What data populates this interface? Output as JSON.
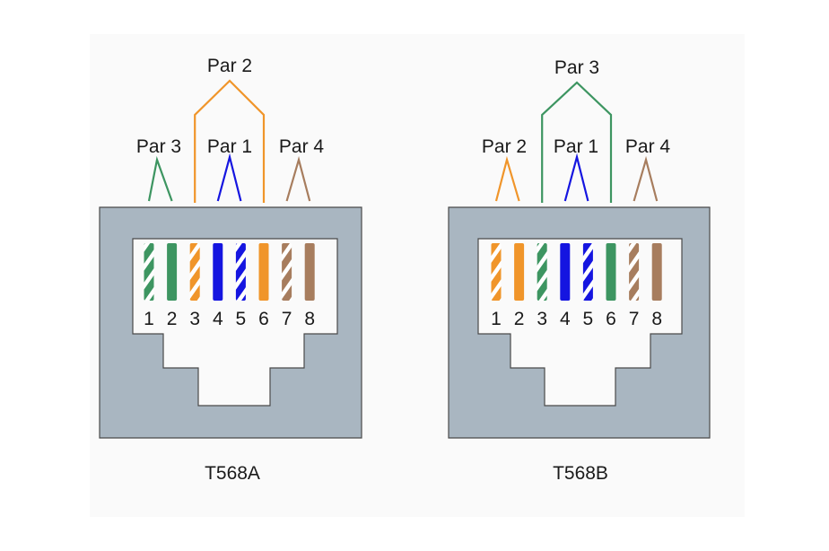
{
  "colors": {
    "background": "#ffffff",
    "panel": "#fafafa",
    "jack_body": "#a9b6c1",
    "jack_outline": "#4a4a4a",
    "opening": "#ffffff",
    "stripe": "#ffffff",
    "orange": "#f0952a",
    "green": "#3d9561",
    "blue": "#1515e0",
    "brown": "#a77d5e"
  },
  "diagrams": [
    {
      "id": "t568a",
      "standard_label": "T568A",
      "pins": [
        {
          "pin": "1",
          "color": "green",
          "striped": true
        },
        {
          "pin": "2",
          "color": "green",
          "striped": false
        },
        {
          "pin": "3",
          "color": "orange",
          "striped": true
        },
        {
          "pin": "4",
          "color": "blue",
          "striped": false
        },
        {
          "pin": "5",
          "color": "blue",
          "striped": true
        },
        {
          "pin": "6",
          "color": "orange",
          "striped": false
        },
        {
          "pin": "7",
          "color": "brown",
          "striped": true
        },
        {
          "pin": "8",
          "color": "brown",
          "striped": false
        }
      ],
      "pairs": [
        {
          "label": "Par 3",
          "color": "green",
          "pins": [
            1,
            2
          ]
        },
        {
          "label": "Par 2",
          "color": "orange",
          "pins": [
            3,
            6
          ]
        },
        {
          "label": "Par 1",
          "color": "blue",
          "pins": [
            4,
            5
          ]
        },
        {
          "label": "Par 4",
          "color": "brown",
          "pins": [
            7,
            8
          ]
        }
      ]
    },
    {
      "id": "t568b",
      "standard_label": "T568B",
      "pins": [
        {
          "pin": "1",
          "color": "orange",
          "striped": true
        },
        {
          "pin": "2",
          "color": "orange",
          "striped": false
        },
        {
          "pin": "3",
          "color": "green",
          "striped": true
        },
        {
          "pin": "4",
          "color": "blue",
          "striped": false
        },
        {
          "pin": "5",
          "color": "blue",
          "striped": true
        },
        {
          "pin": "6",
          "color": "green",
          "striped": false
        },
        {
          "pin": "7",
          "color": "brown",
          "striped": true
        },
        {
          "pin": "8",
          "color": "brown",
          "striped": false
        }
      ],
      "pairs": [
        {
          "label": "Par 2",
          "color": "orange",
          "pins": [
            1,
            2
          ]
        },
        {
          "label": "Par 3",
          "color": "green",
          "pins": [
            3,
            6
          ]
        },
        {
          "label": "Par 1",
          "color": "blue",
          "pins": [
            4,
            5
          ]
        },
        {
          "label": "Par 4",
          "color": "brown",
          "pins": [
            7,
            8
          ]
        }
      ]
    }
  ]
}
